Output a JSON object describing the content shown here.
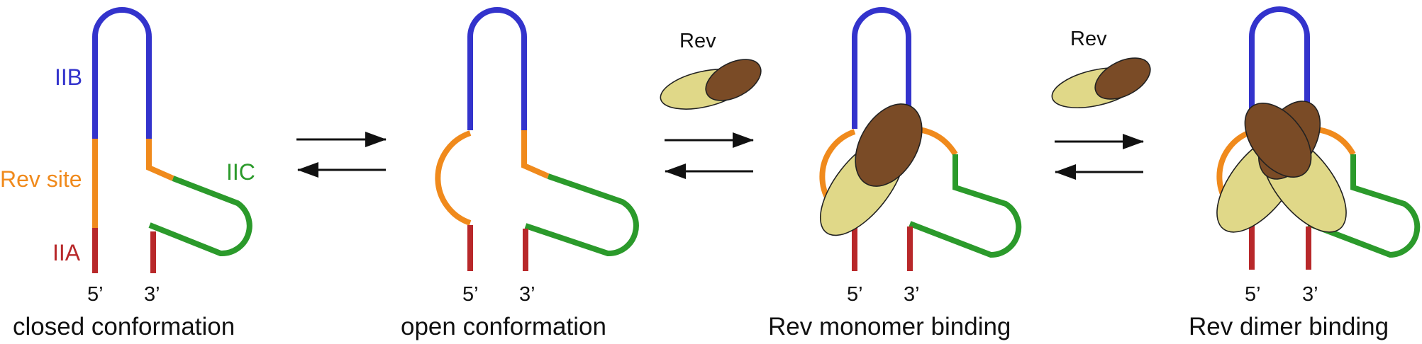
{
  "colors": {
    "IIB": "#3333cc",
    "rev_site": "#f08a1c",
    "IIC": "#2b9a2b",
    "IIA": "#b8282a",
    "rev_light": "#e0d888",
    "rev_dark": "#7a4b26",
    "arrow": "#111111"
  },
  "labels": {
    "IIB": "IIB",
    "rev_site": "Rev site",
    "IIC": "IIC",
    "IIA": "IIA"
  },
  "ends": {
    "five": "5’",
    "three": "3’"
  },
  "rev_label": "Rev",
  "panels": [
    {
      "caption": "closed conformation"
    },
    {
      "caption": "open conformation"
    },
    {
      "caption": "Rev monomer binding"
    },
    {
      "caption": "Rev dimer binding"
    }
  ]
}
